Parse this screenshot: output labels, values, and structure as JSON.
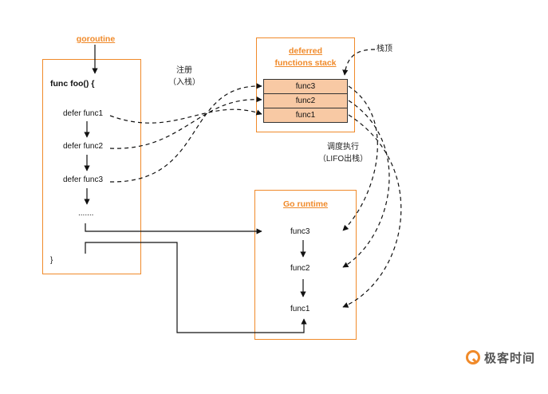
{
  "goroutine_label": "goroutine",
  "foo": {
    "signature": "func foo() {",
    "defer_lines": [
      "defer func1",
      "defer func2",
      "defer func3"
    ],
    "ellipsis": ".......",
    "closing_brace": "}"
  },
  "stack": {
    "title_line1": "deferred",
    "title_line2": "functions stack",
    "cells": [
      "func3",
      "func2",
      "func1"
    ]
  },
  "runtime": {
    "title": "Go runtime",
    "funcs": [
      "func3",
      "func2",
      "func1"
    ]
  },
  "annotations": {
    "register_line1": "注册",
    "register_line2": "（入栈）",
    "top_of_stack": "栈顶",
    "schedule_line1": "调度执行",
    "schedule_line2": "（LIFO出栈）"
  },
  "logo_text": "极客时间",
  "colors": {
    "accent": "#f08a2a",
    "stack_fill": "#f8c9a4"
  }
}
